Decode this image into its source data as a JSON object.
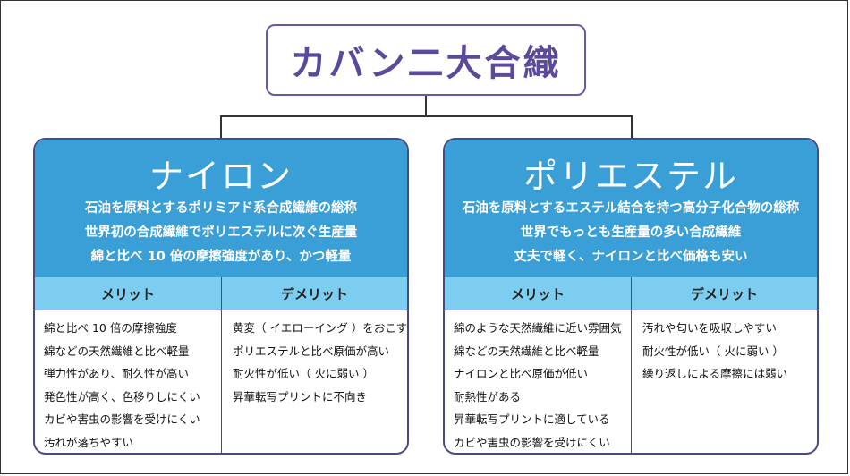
{
  "title": "カバン二大合織",
  "cards": [
    {
      "name": "ナイロン",
      "description": [
        "石油を原料とするポリミアド系合成繊維の総称",
        "世界初の合成繊維でポリエステルに次ぐ生産量",
        "綿と比べ 10 倍の摩擦強度があり、かつ軽量"
      ],
      "merit_label": "メリット",
      "demerit_label": "デメリット",
      "merits": [
        "綿と比べ 10 倍の摩擦強度",
        "綿などの天然繊維と比べ軽量",
        "弾力性があり、耐久性が高い",
        "発色性が高く、色移りしにくい",
        "カビや害虫の影響を受けにくい",
        "汚れが落ちやすい"
      ],
      "demerits": [
        "黄変（ イエローイング ）をおこす",
        "ポリエステルと比べ原価が高い",
        "耐火性が低い（ 火に弱い ）",
        "昇華転写プリントに不向き"
      ]
    },
    {
      "name": "ポリエステル",
      "description": [
        "石油を原料とするエステル結合を持つ高分子化合物の総称",
        "世界でもっとも生産量の多い合成繊維",
        "丈夫で軽く、ナイロンと比べ価格も安い"
      ],
      "merit_label": "メリット",
      "demerit_label": "デメリット",
      "merits": [
        "綿のような天然繊維に近い雰囲気",
        "綿などの天然繊維と比べ軽量",
        "ナイロンと比べ原価が低い",
        "耐熱性がある",
        "昇華転写プリントに適している",
        "カビや害虫の影響を受けにくい"
      ],
      "demerits": [
        "汚れや匂いを吸収しやすい",
        "耐火性が低い（ 火に弱い ）",
        "繰り返しによる摩擦には弱い"
      ]
    }
  ],
  "colors": {
    "title": "#5b4a9c",
    "header_blue": "#3a9fd6",
    "column_header": "#7dcdf0",
    "border": "#4a4a82"
  }
}
